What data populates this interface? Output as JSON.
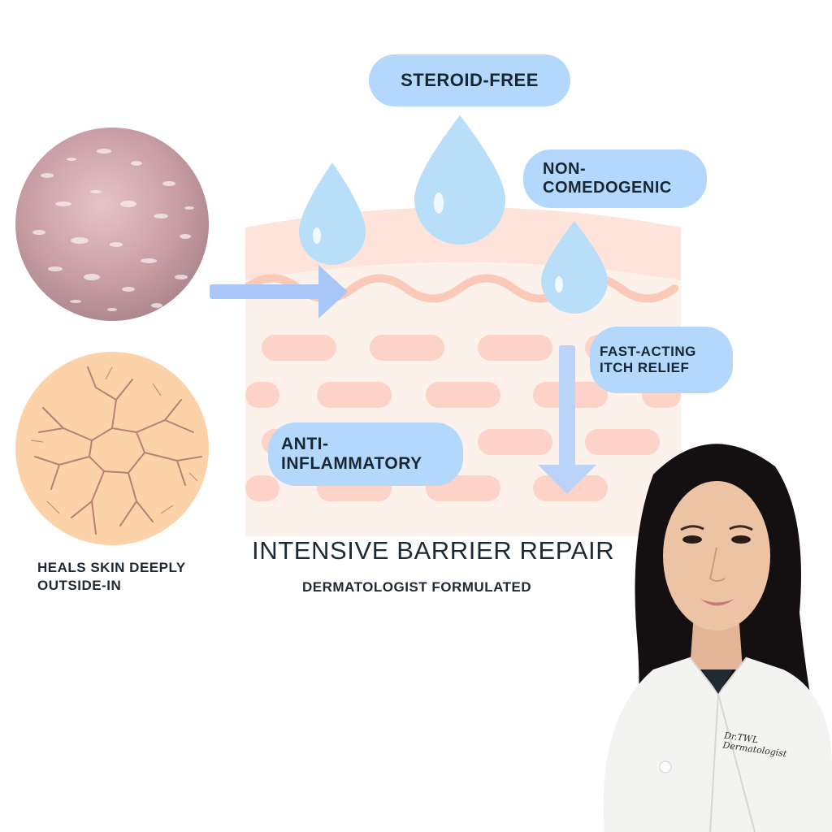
{
  "badges": {
    "steroid_free": "STEROID-FREE",
    "non_comedogenic": "NON-\nCOMEDOGENIC",
    "itch_relief": "FAST-ACTING\nITCH RELIEF",
    "anti_inflammatory": "ANTI-\nINFLAMMATORY"
  },
  "left_caption": "HEALS SKIN DEEPLY\nOUTSIDE-IN",
  "title": "INTENSIVE BARRIER REPAIR",
  "subtitle": "DERMATOLOGIST FORMULATED",
  "coat_embroidery": "Dr.TWL\nDermatologist",
  "colors": {
    "badge": "#b3d8fb",
    "skin_layer": "#fde9e2",
    "skin_cells": "#fbcfc2",
    "droplet": "#b9defa",
    "arrow": "#a7c8f6"
  }
}
